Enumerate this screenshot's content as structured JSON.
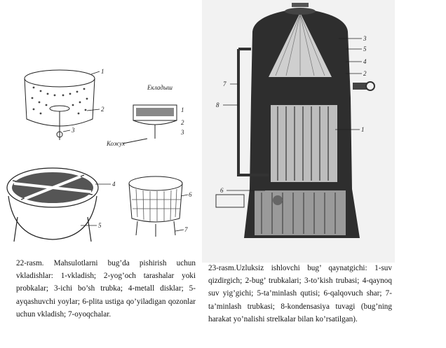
{
  "figure22": {
    "labels": [
      "1",
      "2",
      "3",
      "4",
      "5",
      "6",
      "7"
    ],
    "label_top": "Екладыш",
    "label_bottom": "Кожух",
    "caption": "22-rasm. Mahsulotlarni bug’da pishirish uchun vkladishlar: 1-vkladish; 2-yog’och tarashalar yoki probkalar; 3-ichi bo’sh trubka; 4-metall disklar; 5-ayqashuvchi yoylar; 6-plita ustiga qo’yiladigan qozonlar uchun vkladish; 7-oyoqchalar."
  },
  "figure23": {
    "labels": [
      "1",
      "2",
      "3",
      "4",
      "5",
      "6",
      "7",
      "8"
    ],
    "caption": "23-rasm.Uzluksiz ishlovchi bug’ qaynatgichi: 1-suv qizdirgich; 2-bug’ trubkalari; 3-to’kish trubasi; 4-qaynoq suv yig’gichi; 5-ta’minlash qutisi; 6-qalqovuch shar; 7-ta’minlash trubkasi; 8-kondensasiya tuvagi (bug’ning harakat yo’nalishi strelkalar bilan ko’rsatilgan)."
  }
}
